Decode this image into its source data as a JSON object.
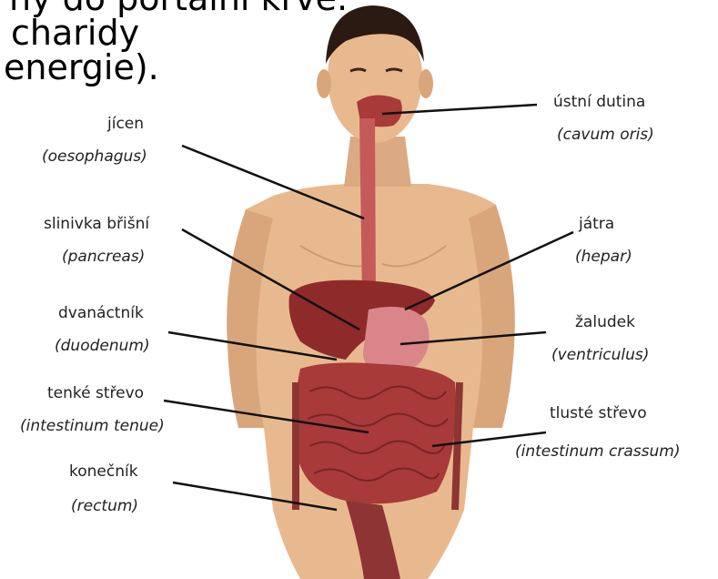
{
  "heading": {
    "line1": "ny do portální krve.",
    "line2": "charidy",
    "line3": "energie)."
  },
  "labels": {
    "jicen": {
      "cz": "jícen",
      "lat": "(oesophagus)"
    },
    "slinivka": {
      "cz": "slinivka břišní",
      "lat": "(pancreas)"
    },
    "dvanactnik": {
      "cz": "dvanáctník",
      "lat": "(duodenum)"
    },
    "tenke": {
      "cz": "tenké střevo",
      "lat": "(intestinum tenue)"
    },
    "konecnik": {
      "cz": "konečník",
      "lat": "(rectum)"
    },
    "ustni": {
      "cz": "ústní dutina",
      "lat": "(cavum oris)"
    },
    "jatra": {
      "cz": "játra",
      "lat": "(hepar)"
    },
    "zaludek": {
      "cz": "žaludek",
      "lat": "(ventriculus)"
    },
    "tluste": {
      "cz": "tlusté střevo",
      "lat": "(intestinum crassum)"
    }
  },
  "colors": {
    "skin": "#e8b98f",
    "skin_shadow": "#cf9a72",
    "hair": "#2a1a12",
    "organ": "#a83a3a",
    "organ_dark": "#7a2424",
    "liver": "#8f2a2a",
    "stomach": "#d9858a",
    "line": "#111111"
  }
}
